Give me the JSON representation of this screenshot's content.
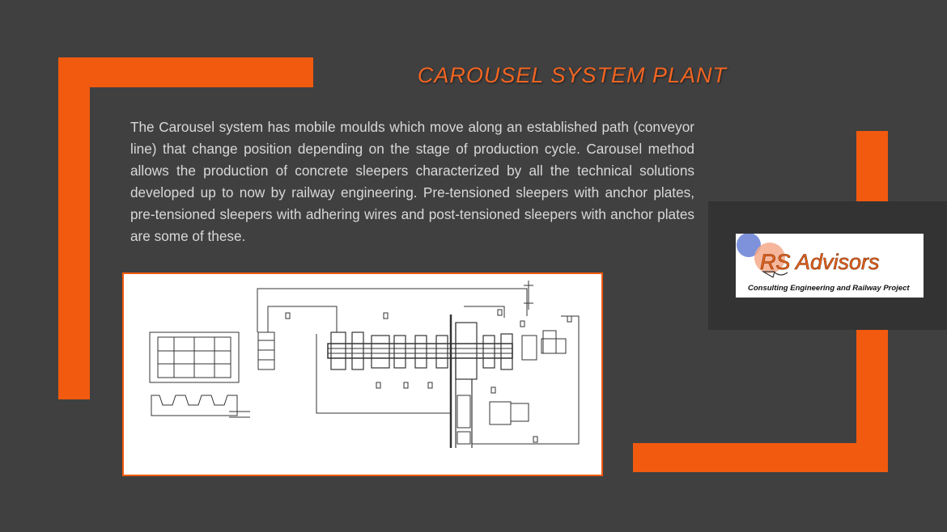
{
  "slide": {
    "title": "CAROUSEL SYSTEM PLANT",
    "body": "The Carousel system has mobile moulds which move along an established path (conveyor line) that change position depending on the stage of production cycle. Carousel method allows the production of concrete sleepers characterized by all the technical solutions developed up to now by railway engineering. Pre-tensioned sleepers with anchor plates, pre-tensioned sleepers with adhering wires and post-tensioned sleepers with anchor plates are some of these."
  },
  "logo": {
    "name": "RS Advisors",
    "tagline": "Consulting Engineering and Railway Project"
  },
  "colors": {
    "background": "#404040",
    "accent": "#f15a0f",
    "logo_text": "#e8641c",
    "logo_circle": "#6f86d6"
  }
}
